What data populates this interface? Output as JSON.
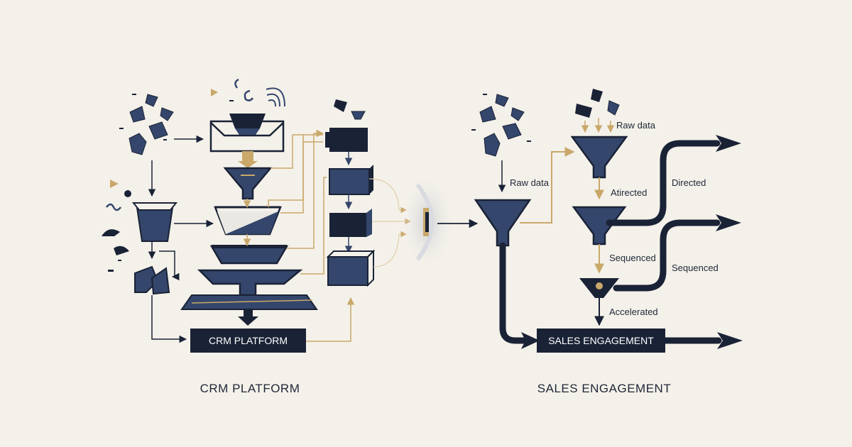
{
  "colors": {
    "background": "#f4f1ea",
    "navy": "#1a2236",
    "slate": "#34466b",
    "gold": "#c9a86a",
    "gray_haze": "#d9dbe0"
  },
  "left": {
    "platform_box_label": "CRM PLATFORM",
    "caption": "CRM PLATFORM"
  },
  "right": {
    "labels": {
      "raw_data_top": "Raw data",
      "raw_data_left": "Raw data",
      "attracted": "Atirected",
      "directed": "Directed",
      "sequenced_center": "Sequenced",
      "sequenced_right": "Sequenced",
      "accelerated": "Accelerated"
    },
    "engagement_box_label": "SALES ENGAGEMENT",
    "caption": "SALES ENGAGEMENT"
  }
}
